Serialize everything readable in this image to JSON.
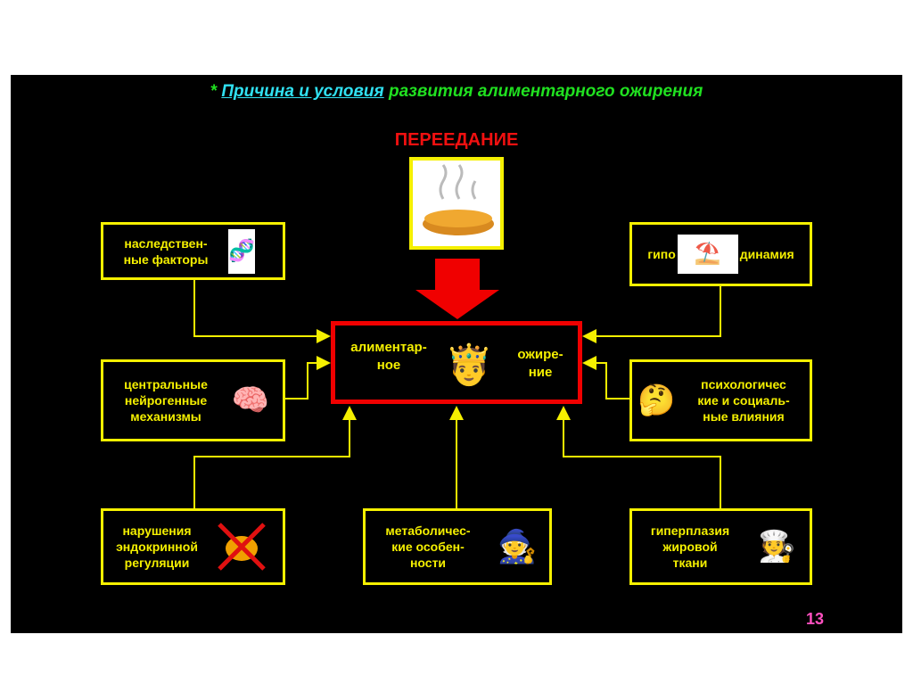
{
  "title": {
    "star": "* ",
    "part1": "Причина и условия",
    "part2": " развития алиментарного ожирения"
  },
  "overeating_label": "ПЕРЕЕДАНИЕ",
  "center": {
    "left": "алиментар-\nное",
    "right": "ожире-\nние"
  },
  "factors": {
    "heredity": "наследствен-\nные факторы",
    "central": "центральные\nнейрогенные\nмеханизмы",
    "endocrine": "нарушения\nэндокринной\nрегуляции",
    "metabolic": "метаболичес-\nкие особен-\nности",
    "hypo_left": "гипо",
    "hypo_right": "динамия",
    "psych": "психологичес\nкие и социаль-\nные влияния",
    "hyperplasia": "гиперплазия\nжировой\nткани"
  },
  "page_number": "13",
  "colors": {
    "background": "#000000",
    "box_border": "#f5f000",
    "center_border": "#f00000",
    "title_link": "#30e0f0",
    "title_text": "#20e020"
  }
}
